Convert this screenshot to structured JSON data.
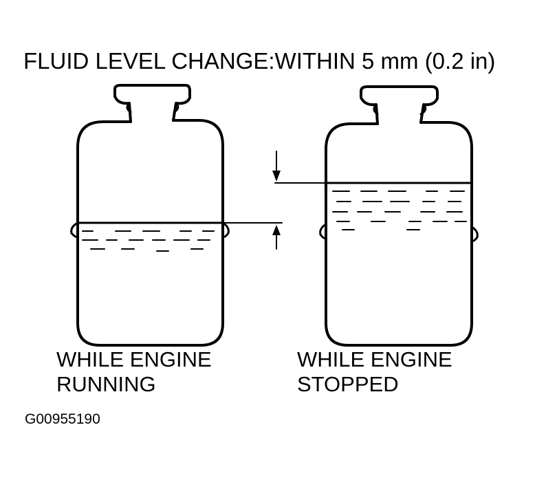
{
  "title": "FLUID LEVEL CHANGE:WITHIN 5 mm (0.2 in)",
  "left_reservoir": {
    "caption_line1": "WHILE ENGINE",
    "caption_line2": "RUNNING"
  },
  "right_reservoir": {
    "caption_line1": "WHILE ENGINE",
    "caption_line2": "STOPPED"
  },
  "figure_id": "G00955190",
  "colors": {
    "ink": "#000000",
    "paper": "#ffffff"
  }
}
